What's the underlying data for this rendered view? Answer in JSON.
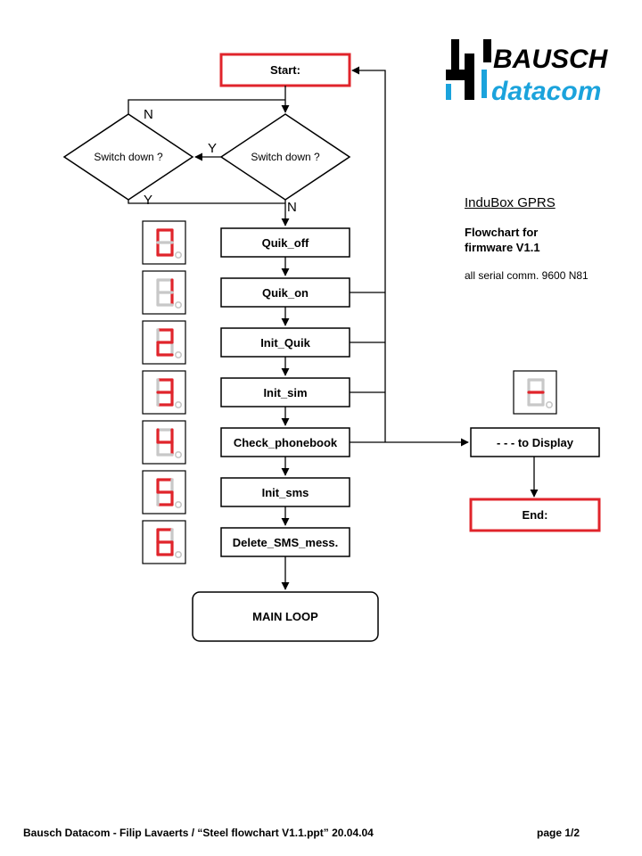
{
  "logo": {
    "line1": "BAUSCH",
    "line2": "datacom"
  },
  "info": {
    "title": "InduBox GPRS",
    "subtitle_line1": "Flowchart for",
    "subtitle_line2": "firmware V1.1",
    "serial": "all serial comm. 9600 N81"
  },
  "nodes": {
    "start": "Start:",
    "decision_right": "Switch down ?",
    "decision_left": "Switch down ?",
    "steps": [
      "Quik_off",
      "Quik_on",
      "Init_Quik",
      "Init_sim",
      "Check_phonebook",
      "Init_sms",
      "Delete_SMS_mess."
    ],
    "main_loop": "MAIN LOOP",
    "display": "- - - to Display",
    "end": "End:"
  },
  "edge_labels": {
    "n_top": "N",
    "y_mid": "Y",
    "y_bottom": "Y",
    "n_bottom": "N"
  },
  "digits": [
    "0",
    "1",
    "2",
    "3",
    "4",
    "5",
    "6"
  ],
  "display_digit": "-",
  "footer": {
    "left": "Bausch Datacom - Filip Lavaerts / “Steel flowchart V1.1.ppt” 20.04.04",
    "right": "page 1/2"
  },
  "colors": {
    "accent": "#e0242b",
    "ink": "#000000",
    "segment_off": "#c8c8c8",
    "logo_blue": "#1ba3dc"
  }
}
